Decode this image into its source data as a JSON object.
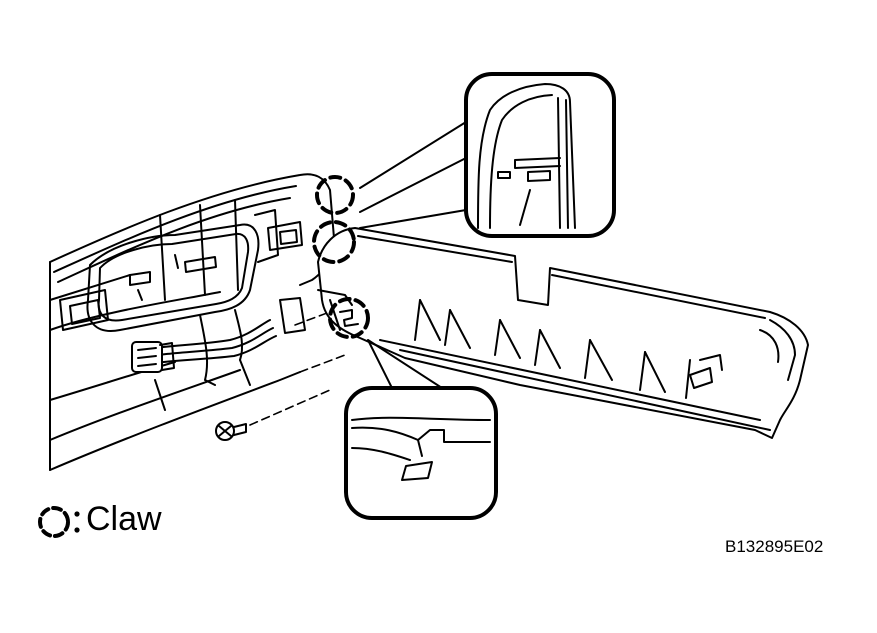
{
  "legend": {
    "icon": "dashed-circle-icon",
    "label": "Claw"
  },
  "figure_code": "B132895E02",
  "claw_callouts": 3,
  "detail_views": 2,
  "colors": {
    "line": "#000000",
    "background": "#ffffff"
  }
}
